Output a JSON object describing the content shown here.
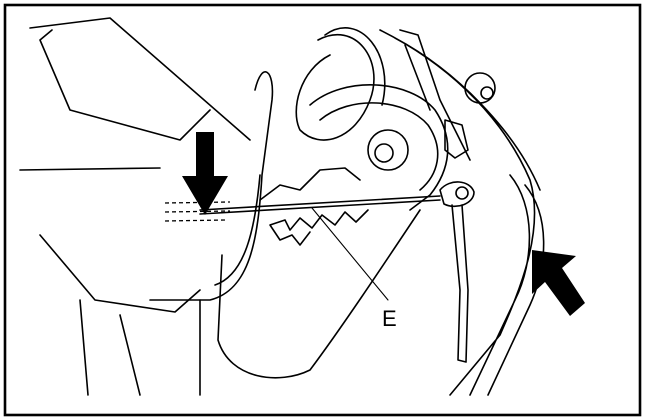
{
  "figure": {
    "callout_label": "E",
    "callout_target": "link rod",
    "arrows": [
      "press-down-arrow",
      "push-direction-arrow"
    ]
  }
}
